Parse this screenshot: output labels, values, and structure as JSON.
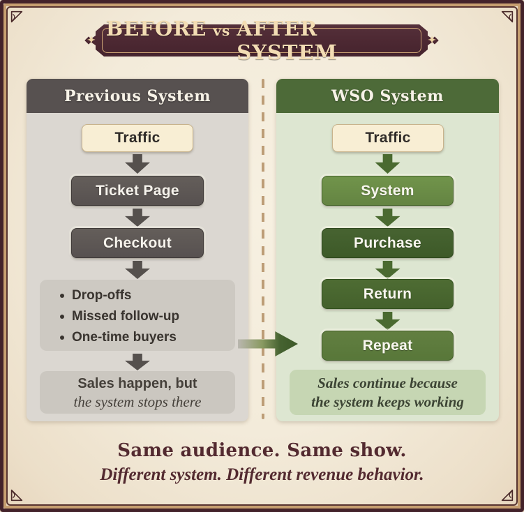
{
  "banner": {
    "before": "BEFORE",
    "vs": "vs",
    "after": "AFTER SYSTEM",
    "ornament": "✦"
  },
  "columns": {
    "previous": {
      "header": "Previous System",
      "flow": [
        "Traffic",
        "Ticket Page",
        "Checkout"
      ],
      "issues": [
        "Drop-offs",
        "Missed follow-up",
        "One-time buyers"
      ],
      "outcome_line1": "Sales happen, but",
      "outcome_line2": "the system stops there"
    },
    "wso": {
      "header": "WSO System",
      "flow": [
        "Traffic",
        "System",
        "Purchase",
        "Return",
        "Repeat"
      ],
      "outcome_line1": "Sales continue because",
      "outcome_line2": "the system keeps working"
    }
  },
  "footer": {
    "line1": "Same audience. Same show.",
    "line2": "Different system. Different revenue behavior."
  },
  "colors": {
    "frame_maroon": "#43222a",
    "frame_gold": "#c79f70",
    "banner_bg": "#4c2832",
    "banner_text": "#f3ddb4",
    "gray_header": "#575150",
    "gray_column_bg": "#dbd7d1",
    "green_header": "#4d6a38",
    "green_column_bg": "#dde6d1",
    "green_mid": "#648442",
    "green_dark": "#3d5a28",
    "cream_box": "#f8eed4",
    "footer_text": "#532a30"
  }
}
